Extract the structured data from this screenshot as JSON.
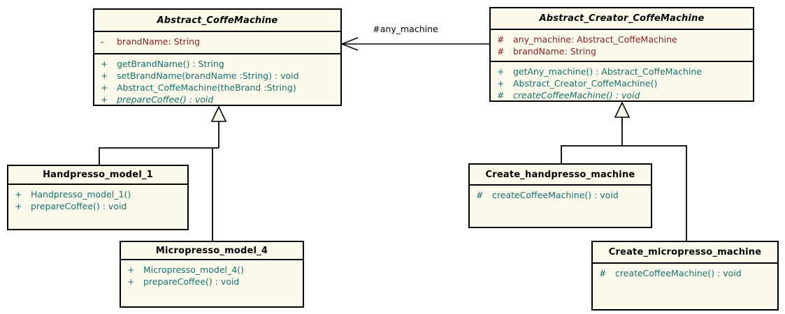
{
  "colors": {
    "fill": "#fcfaea",
    "border": "#000000",
    "attr": "#8b1d1d",
    "op": "#15706e",
    "label": "#000000",
    "bg": "#ffffff"
  },
  "diagram": {
    "association_label": "#any_machine",
    "classes": [
      {
        "name": "Abstract_CoffeMachine",
        "abstract": true,
        "attributes": [
          {
            "visibility": "-",
            "text": "brandName: String"
          }
        ],
        "operations": [
          {
            "visibility": "+",
            "text": "getBrandName() : String"
          },
          {
            "visibility": "+",
            "text": "setBrandName(brandName :String) : void"
          },
          {
            "visibility": "+",
            "text": "Abstract_CoffeMachine(theBrand :String)"
          },
          {
            "visibility": "+",
            "text": "prepareCoffee() : void",
            "abstract": true
          }
        ]
      },
      {
        "name": "Abstract_Creator_CoffeMachine",
        "abstract": true,
        "attributes": [
          {
            "visibility": "#",
            "text": "any_machine: Abstract_CoffeMachine"
          },
          {
            "visibility": "#",
            "text": "brandName: String"
          }
        ],
        "operations": [
          {
            "visibility": "+",
            "text": "getAny_machine() : Abstract_CoffeMachine"
          },
          {
            "visibility": "+",
            "text": "Abstract_Creator_CoffeMachine()"
          },
          {
            "visibility": "#",
            "text": "createCoffeeMachine() : void",
            "abstract": true
          }
        ]
      },
      {
        "name": "Handpresso_model_1",
        "abstract": false,
        "attributes": [],
        "operations": [
          {
            "visibility": "+",
            "text": "Handpresso_model_1()"
          },
          {
            "visibility": "+",
            "text": "prepareCoffee() : void"
          }
        ]
      },
      {
        "name": "Micropresso_model_4",
        "abstract": false,
        "attributes": [],
        "operations": [
          {
            "visibility": "+",
            "text": "Micropresso_model_4()"
          },
          {
            "visibility": "+",
            "text": "prepareCoffee() : void"
          }
        ]
      },
      {
        "name": "Create_handpresso_machine",
        "abstract": false,
        "attributes": [],
        "operations": [
          {
            "visibility": "#",
            "text": "createCoffeeMachine() : void"
          }
        ]
      },
      {
        "name": "Create_micropresso_machine",
        "abstract": false,
        "attributes": [],
        "operations": [
          {
            "visibility": "#",
            "text": "createCoffeeMachine() : void"
          }
        ]
      }
    ]
  }
}
